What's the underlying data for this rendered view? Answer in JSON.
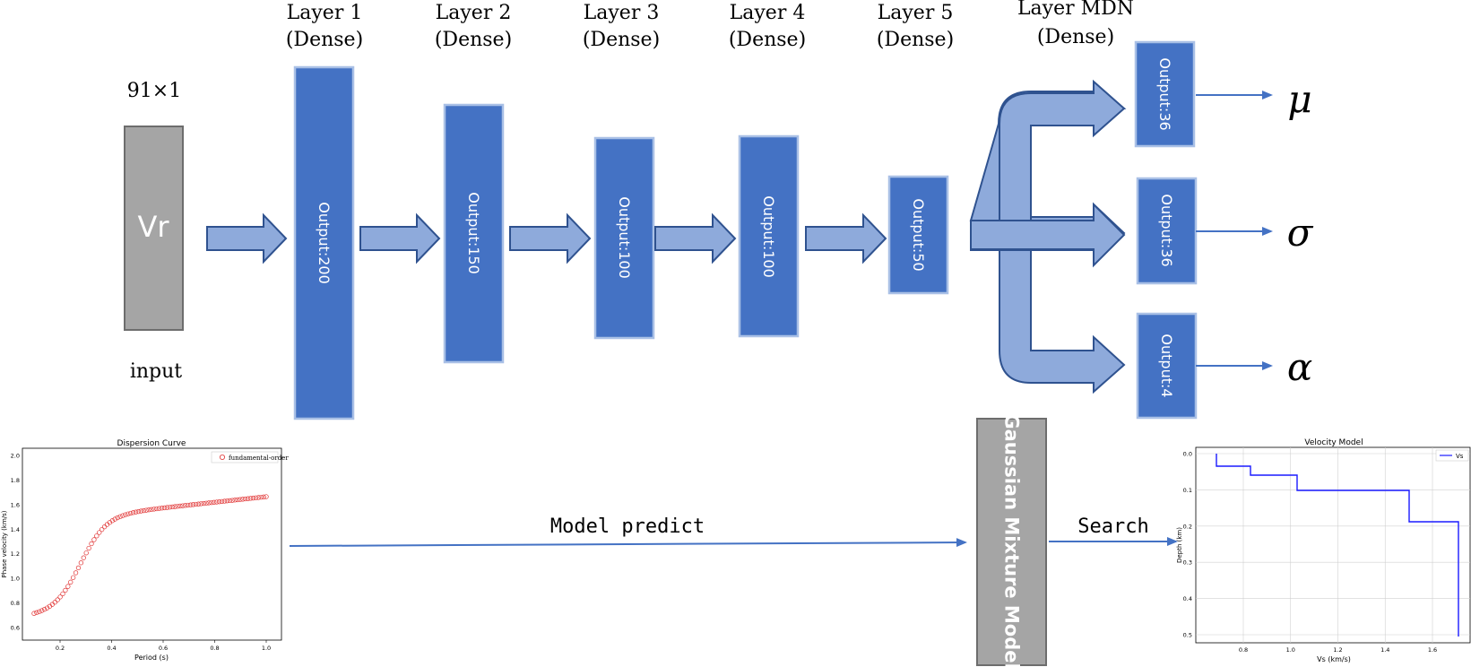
{
  "input": {
    "shape_label": "91×1",
    "box_label": "Vr",
    "caption": "input"
  },
  "layers": [
    {
      "title": "Layer 1",
      "subtitle": "(Dense)",
      "output": "Output:200"
    },
    {
      "title": "Layer 2",
      "subtitle": "(Dense)",
      "output": "Output:150"
    },
    {
      "title": "Layer 3",
      "subtitle": "(Dense)",
      "output": "Output:100"
    },
    {
      "title": "Layer 4",
      "subtitle": "(Dense)",
      "output": "Output:100"
    },
    {
      "title": "Layer 5",
      "subtitle": "(Dense)",
      "output": "Output:50"
    }
  ],
  "mdn": {
    "title": "Layer MDN",
    "subtitle": "(Dense)",
    "outputs": [
      {
        "output": "Output:36",
        "symbol": "μ"
      },
      {
        "output": "Output:36",
        "symbol": "σ"
      },
      {
        "output": "Output:4",
        "symbol": "α"
      }
    ]
  },
  "bottom": {
    "predict_label": "Model predict",
    "gmm_label": "Gaussian Mixture Model",
    "search_label": "Search"
  },
  "dispersion_plot": {
    "title": "Dispersion Curve",
    "xlabel": "Period (s)",
    "ylabel": "Phase velocity (km/s)",
    "legend": "fundamental-order",
    "x_ticks": [
      "0.2",
      "0.4",
      "0.6",
      "0.8",
      "1.0"
    ],
    "y_ticks": [
      "0.6",
      "0.8",
      "1.0",
      "1.2",
      "1.4",
      "1.6",
      "1.8",
      "2.0"
    ],
    "color": "#e03030"
  },
  "velocity_plot": {
    "title": "Velocity Model",
    "xlabel": "Vs (km/s)",
    "ylabel": "Depth (km)",
    "legend": "Vs",
    "x_ticks": [
      "0.8",
      "1.0",
      "1.2",
      "1.4",
      "1.6"
    ],
    "y_ticks": [
      "0.0",
      "0.1",
      "0.2",
      "0.3",
      "0.4",
      "0.5"
    ],
    "color": "#1a1aff"
  },
  "colors": {
    "layer_fill": "#4472c4",
    "layer_border": "#a9c0e6",
    "arrow_fill": "#8eaadb",
    "arrow_stroke": "#2f528f",
    "input_fill": "#a5a5a5",
    "input_border": "#6d6d6d",
    "connector": "#4472c4"
  }
}
